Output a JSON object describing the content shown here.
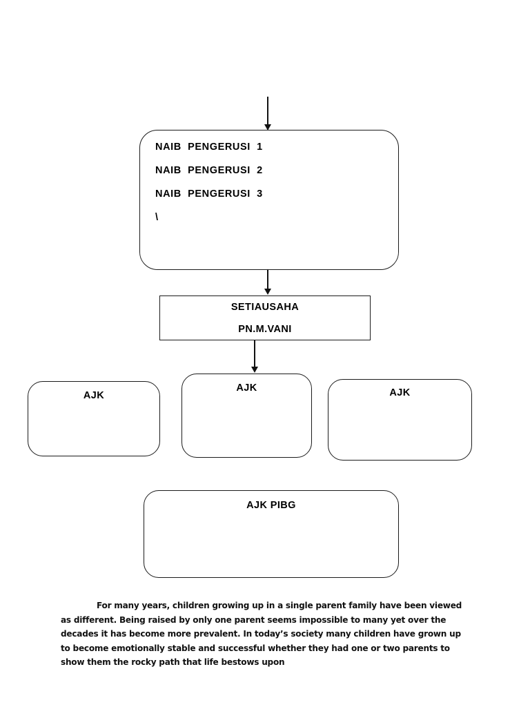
{
  "document": {
    "type": "organizational-chart",
    "background_color": "#ffffff",
    "line_color": "#111111",
    "text_color": "#000000"
  },
  "chart": {
    "naib_pengerusi": {
      "lines": [
        "NAIB  PENGERUSI  1",
        "NAIB  PENGERUSI  2",
        "NAIB  PENGERUSI  3",
        "\\"
      ]
    },
    "setiausaha": {
      "title": "SETIAUSAHA",
      "name": "PN.M.VANI"
    },
    "ajk_row": [
      {
        "label": "AJK"
      },
      {
        "label": "AJK"
      },
      {
        "label": "AJK"
      }
    ],
    "ajk_pibg": {
      "label": "AJK  PIBG"
    },
    "connectors": [
      {
        "name": "incoming-to-naib-pengerusi",
        "from": "top-of-page",
        "to": "naib-pengerusi"
      },
      {
        "name": "naib-pengerusi-to-setiausaha",
        "from": "naib-pengerusi",
        "to": "setiausaha"
      },
      {
        "name": "setiausaha-to-ajk",
        "from": "setiausaha",
        "to": "ajk-middle"
      }
    ]
  },
  "paragraph": {
    "text": "For many years, children growing up in a single parent family have been viewed as different. Being raised by only one parent seems impossible to many yet over the decades it has become more prevalent. In today’s society many children have grown up to become emotionally stable and successful whether they had one or two parents to show them the rocky path that life bestows upon"
  }
}
